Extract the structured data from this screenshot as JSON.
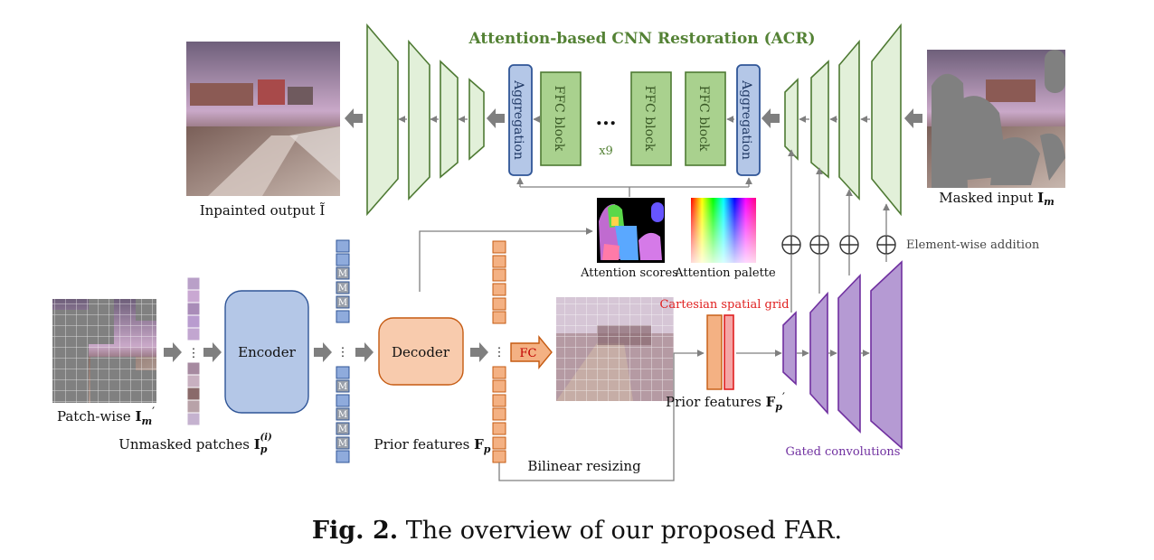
{
  "title": "Attention-based CNN Restoration (ACR)",
  "acr_blocks": {
    "aggregation": "Aggregation",
    "ffc": "FFC block",
    "ellipsis": "...",
    "repeat": "x9"
  },
  "labels": {
    "inpainted_output": "Inpainted output Ĩ",
    "masked_input_prefix": "Masked input ",
    "masked_input_var": "I",
    "masked_input_sub": "m",
    "patchwise_prefix": "Patch-wise ",
    "patchwise_var": "I",
    "patchwise_sub": "m",
    "unmasked_prefix": "Unmasked patches ",
    "unmasked_var": "I",
    "unmasked_sub": "p",
    "unmasked_sup": "(i)",
    "encoder": "Encoder",
    "decoder": "Decoder",
    "mask_token": "M",
    "prior_features_prefix": "Prior features ",
    "prior_features_var": "F",
    "prior_features_sub": "p",
    "prior_features2_prefix": "Prior features ",
    "prior_features2_var": "F",
    "prior_features2_sub": "p",
    "fc": "FC",
    "bilinear": "Bilinear resizing",
    "attention_scores": "Attention scores",
    "attention_palette": "Attention palette",
    "cartesian": "Cartesian spatial grid",
    "element_wise": "Element-wise addition",
    "gated": "Gated convolutions"
  },
  "caption": {
    "fig": "Fig. 2.",
    "text": "The overview of our proposed FAR."
  },
  "colors": {
    "green_fill": "#e2f0d9",
    "green_stroke": "#4e7a33",
    "ffc_fill": "#a9d18e",
    "blue_fill": "#b4c7e7",
    "blue_stroke": "#2f5597",
    "orange_fill": "#f8cbad",
    "orange_stroke": "#c55a11",
    "purple_fill": "#b59ad3",
    "purple_stroke": "#7030a0",
    "title_green": "#548235",
    "red": "#e02020",
    "arrow_gray": "#7f7f7f"
  }
}
